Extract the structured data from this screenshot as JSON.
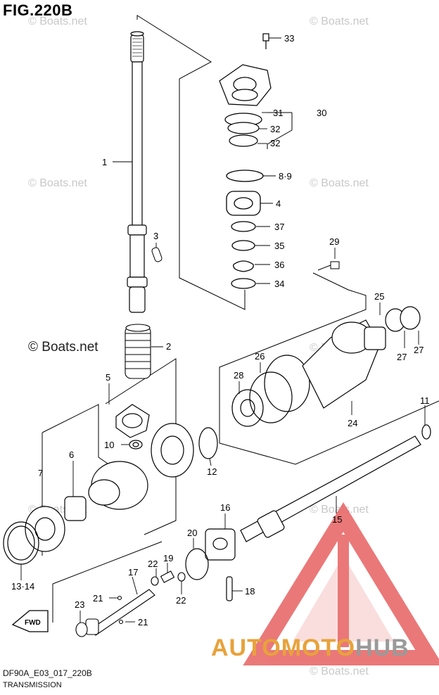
{
  "figure": {
    "title": "FIG.220B",
    "code": "DF90A_E03_017_220B",
    "name": "TRANSMISSION"
  },
  "watermark": {
    "text": "© Boats.net"
  },
  "brand": {
    "part1": "AUTOMOTO",
    "part2": "HUB",
    "color_primary": "#e8a23b",
    "color_secondary": "#9a9a9a",
    "logo_color": "#e86a6a"
  },
  "direction_label": "FWD",
  "callouts": [
    "1",
    "2",
    "3",
    "4",
    "5",
    "6",
    "7",
    "8·9",
    "10",
    "11",
    "12",
    "13·14",
    "15",
    "16",
    "17",
    "18",
    "19",
    "20",
    "21",
    "21",
    "22",
    "22",
    "23",
    "24",
    "25",
    "26",
    "27",
    "27",
    "28",
    "29",
    "30",
    "31",
    "32",
    "32",
    "33",
    "34",
    "35",
    "36",
    "37"
  ]
}
